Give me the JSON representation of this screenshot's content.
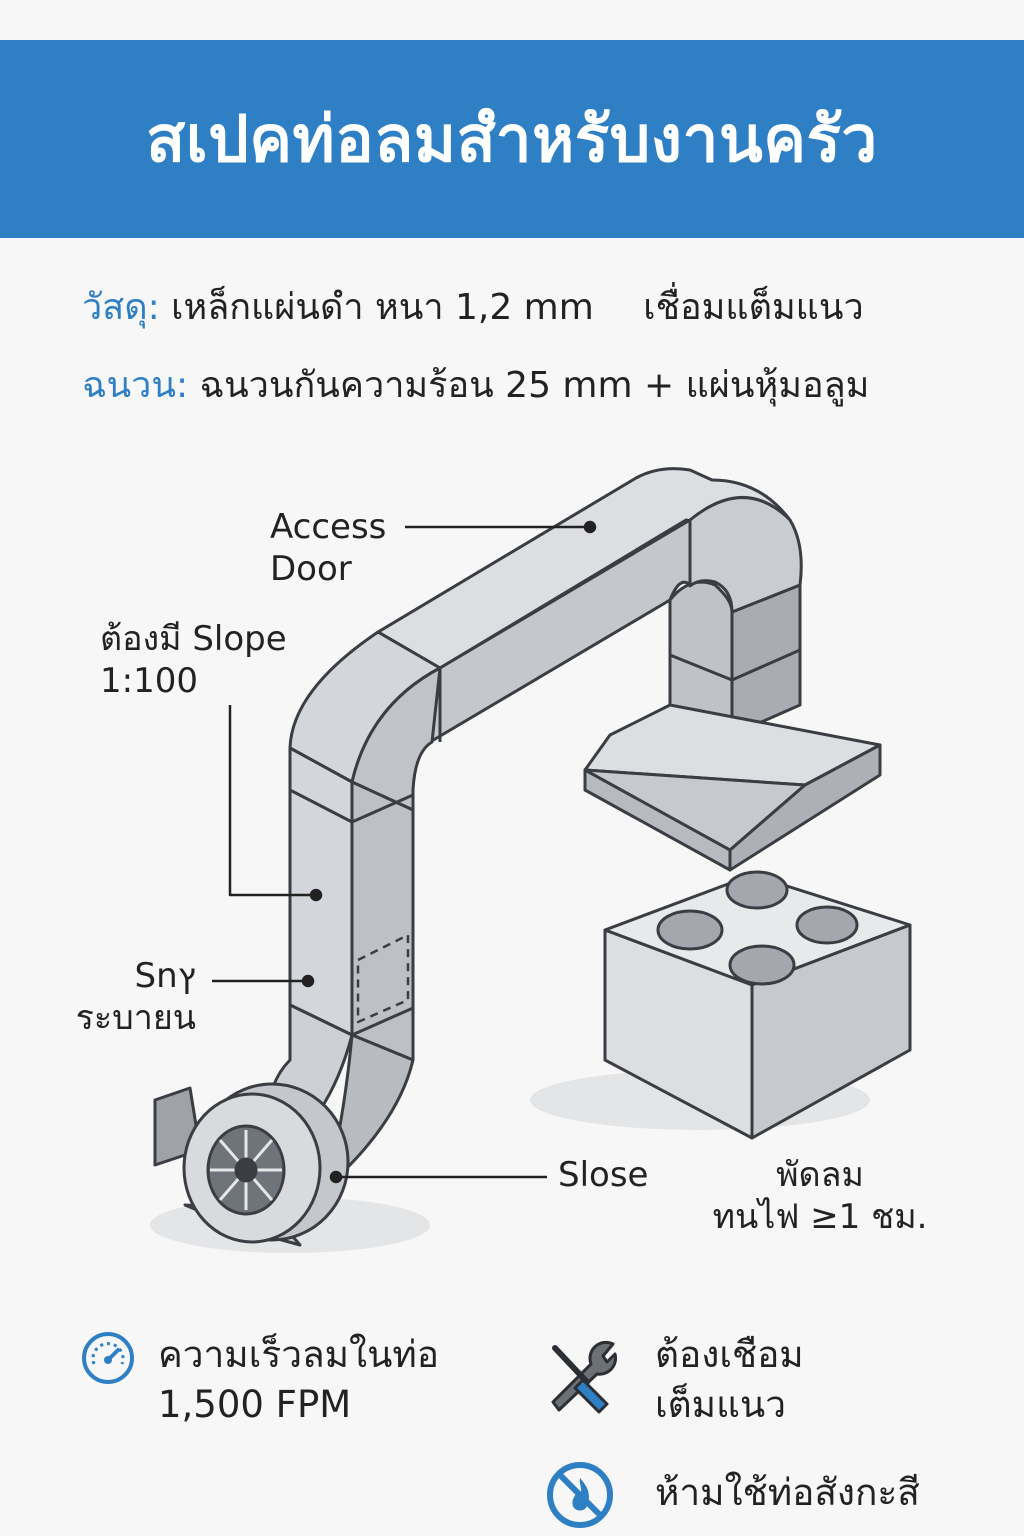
{
  "title": "สเปคท่อลมสำหรับงานครัว",
  "specs": {
    "material": {
      "key": "วัสดุ:",
      "value": "เหล็กแผ่นดำ หนา 1,2 mm",
      "extra": "เชื่อมแต็มแนว"
    },
    "insulation": {
      "key": "ฉนวน:",
      "value": "ฉนวนกันความร้อน 25 mm + แผ่นหุ้มอลูม"
    }
  },
  "diagram": {
    "labels": {
      "access_door": "Access\nDoor",
      "slope": "ต้องมี Slope\n1:100",
      "drain": "Snץ\nระบายน",
      "slose": "Slose",
      "fan": "พัดลม\nทนไฟ ≥1 ชม."
    }
  },
  "features": {
    "velocity": {
      "line1": "ความเร็วลมในท่อ",
      "line2": "1,500 FPM",
      "icon": "speedometer-icon"
    },
    "weld": {
      "line1": "ต้องเชือม",
      "line2": "เต็มแนว",
      "icon": "wrench-screwdriver-icon"
    },
    "no_galvanized": {
      "line1": "ห้ามใช้ท่อสังกะสี",
      "icon": "no-fire-icon"
    }
  },
  "colors": {
    "accent": "#2f7fc4",
    "duct_light": "#d6d8dc",
    "duct_mid": "#c3c6cb",
    "duct_dark": "#a9adb3",
    "outline": "#3a3d42"
  }
}
